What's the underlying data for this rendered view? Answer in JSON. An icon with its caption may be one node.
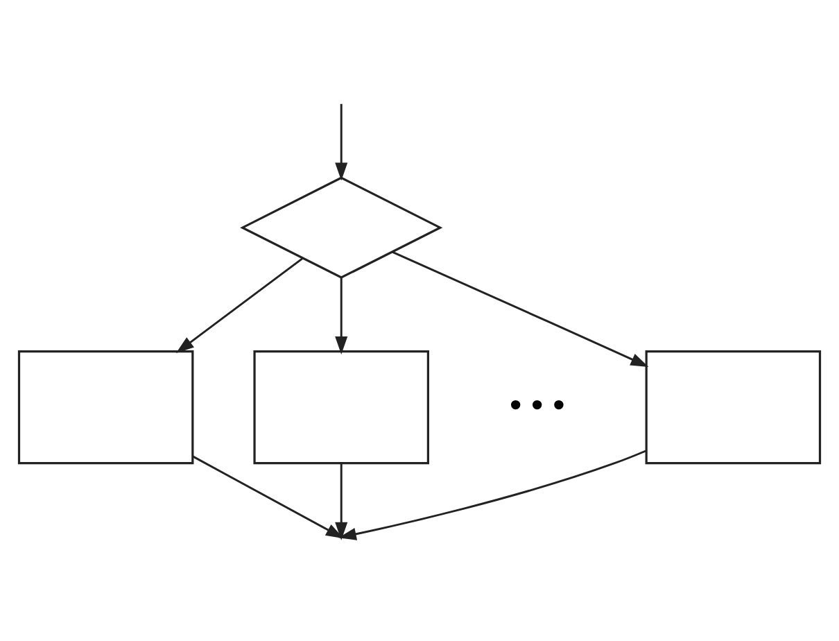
{
  "diagram": {
    "nodes": [
      {
        "text": [],
        "shape": "diamond"
      },
      {
        "text": [],
        "shape": "box"
      },
      {
        "text": [],
        "shape": "box"
      },
      {
        "text": [],
        "shape": "box"
      }
    ],
    "edges": [
      {
        "from": null,
        "to": 0,
        "arrow": "to"
      },
      {
        "from": 0,
        "to": 1,
        "arrow": "to"
      },
      {
        "from": 0,
        "to": 2,
        "arrow": "to"
      },
      {
        "from": 0,
        "to": 3,
        "arrow": "to"
      },
      {
        "from": 1,
        "to": null,
        "arrow": "to"
      },
      {
        "from": 2,
        "to": null,
        "arrow": "to"
      },
      {
        "from": 3,
        "to": null,
        "arrow": "to"
      }
    ],
    "labels": [
      "• • •"
    ]
  }
}
